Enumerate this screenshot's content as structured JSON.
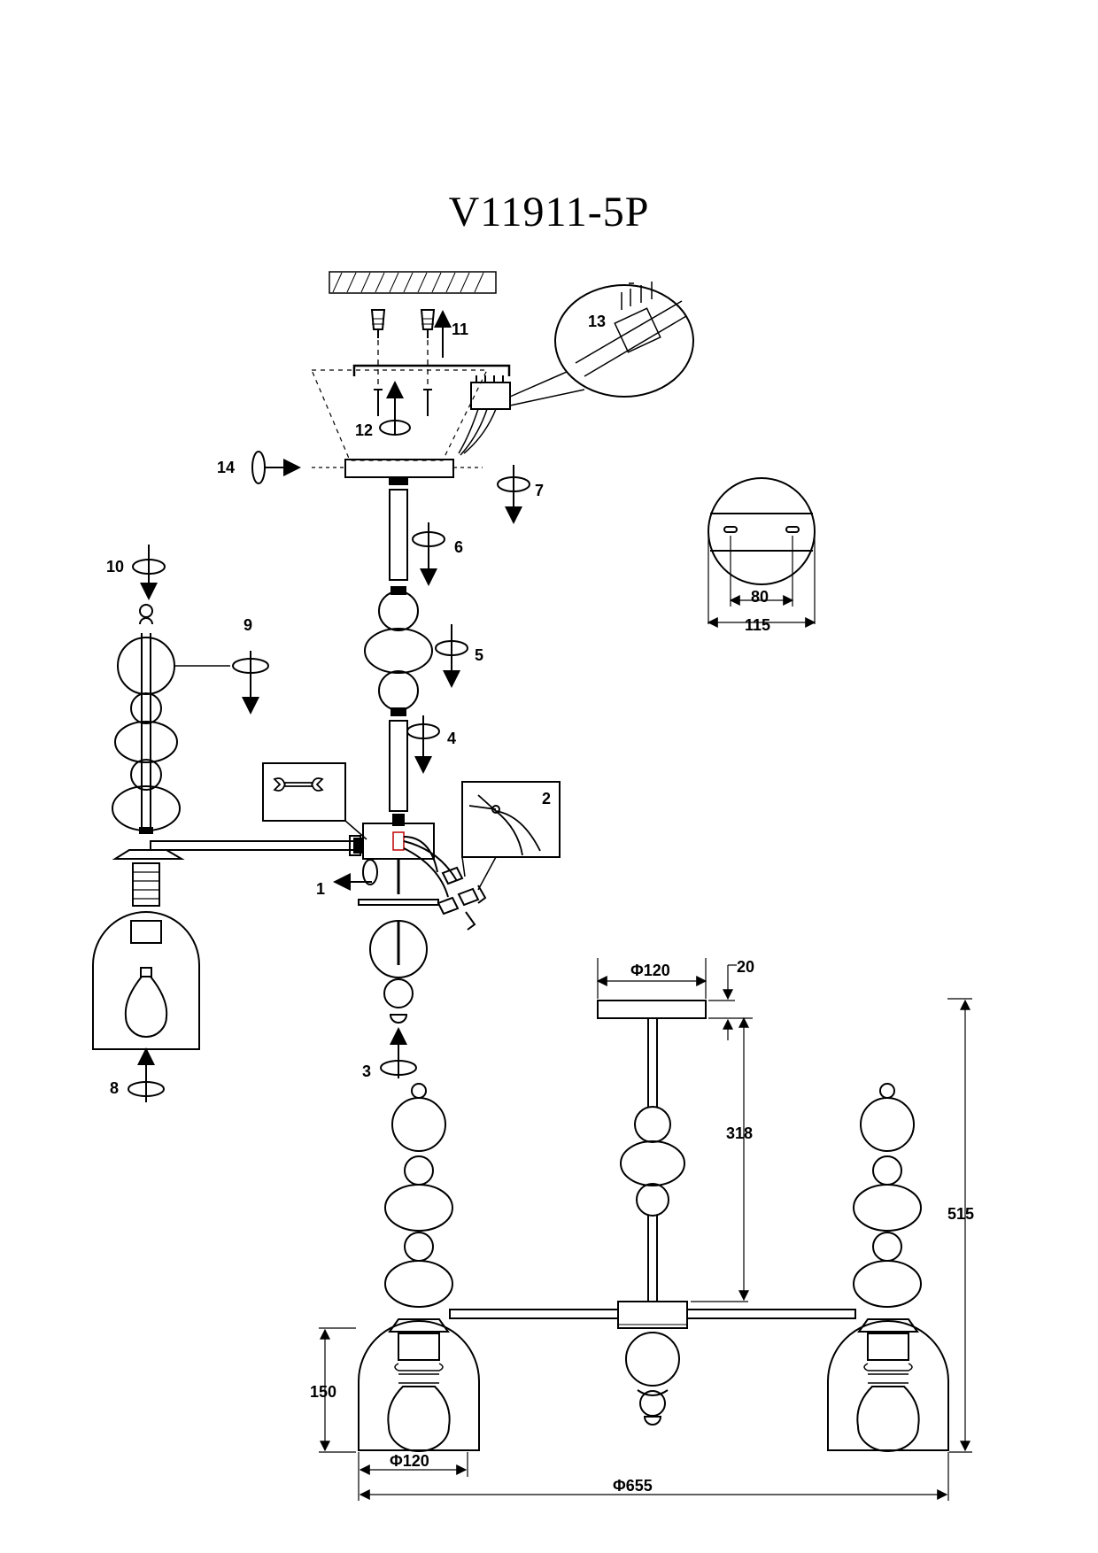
{
  "title": "V11911-5P",
  "step_labels": [
    "1",
    "2",
    "3",
    "4",
    "5",
    "6",
    "7",
    "8",
    "9",
    "10",
    "11",
    "12",
    "13",
    "14"
  ],
  "plate_detail": {
    "inner_label": "80",
    "outer_label": "115"
  },
  "dimensions": {
    "canopy_diameter": "Φ120",
    "canopy_height": "20",
    "rod_length": "318",
    "total_height": "515",
    "shade_height": "150",
    "shade_diameter": "Φ120",
    "overall_diameter": "Φ655"
  },
  "tool_icons": [
    "wrench-icon",
    "wire-stripper-icon"
  ]
}
